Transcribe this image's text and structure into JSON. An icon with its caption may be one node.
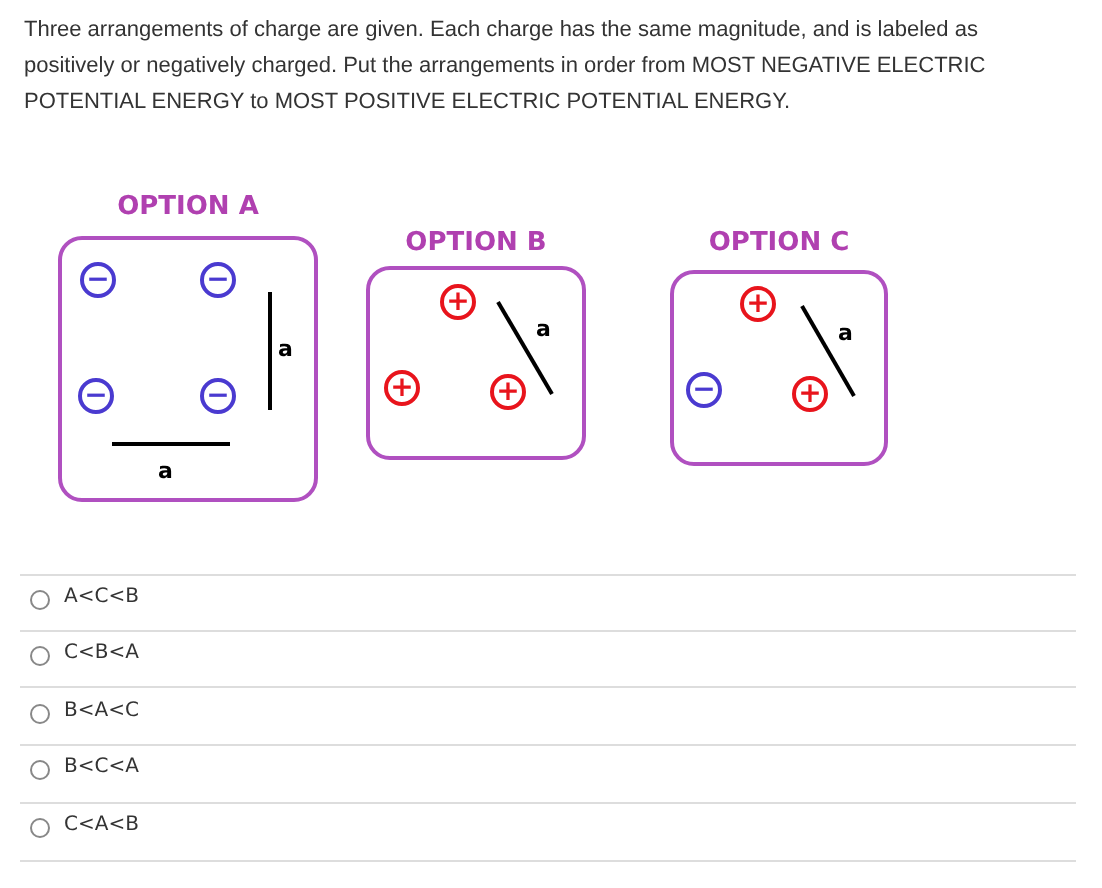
{
  "diagram": {
    "title": "Three arrangements of charge are given.  Each charge has the same magnitude, and is labeled as positively or negatively charged.  Put the arrangements in order from MOST NEGATIVE ELECTRIC POTENTIAL ENERGY to MOST POSITIVE ELECTRIC POTENTIAL ENERGY.",
    "nodes": [
      {
        "text": [
          "OPTION A"
        ]
      },
      {
        "text": [
          "−"
        ],
        "in": 0
      },
      {
        "text": [
          "−"
        ],
        "in": 0
      },
      {
        "text": [
          "−"
        ],
        "in": 0
      },
      {
        "text": [
          "−"
        ],
        "in": 0
      },
      {
        "text": [
          "OPTION B"
        ]
      },
      {
        "text": [
          "+"
        ],
        "in": 5
      },
      {
        "text": [
          "+"
        ],
        "in": 5
      },
      {
        "text": [
          "+"
        ],
        "in": 5
      },
      {
        "text": [
          "OPTION C"
        ]
      },
      {
        "text": [
          "+"
        ],
        "in": 9
      },
      {
        "text": [
          "−"
        ],
        "in": 9
      },
      {
        "text": [
          "+"
        ],
        "in": 9
      }
    ],
    "edges": [],
    "labels": [
      "a",
      "a",
      "a",
      "a",
      "A<C<B",
      "C<B<A",
      "B<A<C",
      "B<C<A",
      "C<A<B"
    ]
  }
}
